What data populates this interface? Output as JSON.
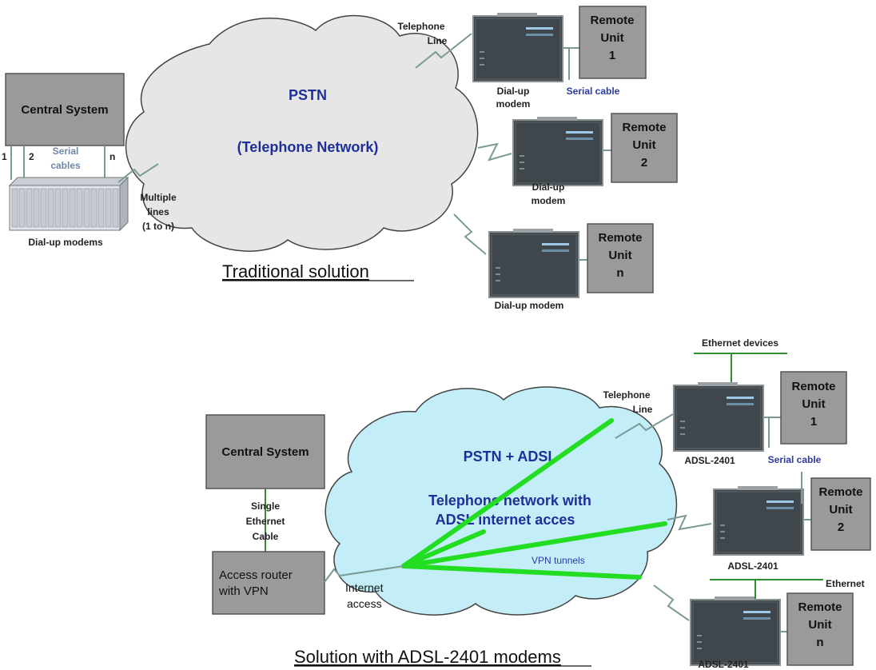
{
  "top": {
    "cloud_title": "PSTN",
    "cloud_subtitle": "(Telephone Network)",
    "central": "Central System",
    "ports": [
      "1",
      "2",
      "n"
    ],
    "serial_cables": [
      "Serial",
      "cables"
    ],
    "dialup_modems": "Dial-up modems",
    "multiple_lines": [
      "Multiple",
      "lines",
      "(1 to n)"
    ],
    "telephone_line": [
      "Telephone",
      "Line"
    ],
    "modem1": [
      "Dial-up",
      "modem"
    ],
    "serial_cable": "Serial cable",
    "modem2": [
      "Dial-up",
      "modem"
    ],
    "modem3": "Dial-up modem",
    "remote1": [
      "Remote",
      "Unit",
      "1"
    ],
    "remote2": [
      "Remote",
      "Unit",
      "2"
    ],
    "remote3": [
      "Remote",
      "Unit",
      "n"
    ],
    "caption": "Traditional solution"
  },
  "bottom": {
    "cloud_title": "PSTN + ADSL",
    "cloud_line1": "Telephone network with",
    "cloud_line2": "ADSL internet acces",
    "vpn": "VPN tunnels",
    "central": "Central System",
    "single_ethernet": [
      "Single",
      "Ethernet",
      "Cable"
    ],
    "router": [
      "Access router",
      "with VPN"
    ],
    "internet_access": [
      "Internet",
      "access"
    ],
    "ethernet_devices": "Ethernet devices",
    "telephone_line": [
      "Telephone",
      "Line"
    ],
    "adsl1": "ADSL-2401",
    "serial_cable": "Serial cable",
    "adsl2": "ADSL-2401",
    "ethernet": "Ethernet",
    "adsl3": "ADSL-2401",
    "remote1": [
      "Remote",
      "Unit",
      "1"
    ],
    "remote2": [
      "Remote",
      "Unit",
      "2"
    ],
    "remote3": [
      "Remote",
      "Unit",
      "n"
    ],
    "caption": "Solution with ADSL-2401 modems"
  },
  "colors": {
    "cloud_top": "#e6e6e6",
    "cloud_bottom": "#c3eef7",
    "tunnel": "#22dd22",
    "box": "#9a9a9a"
  }
}
